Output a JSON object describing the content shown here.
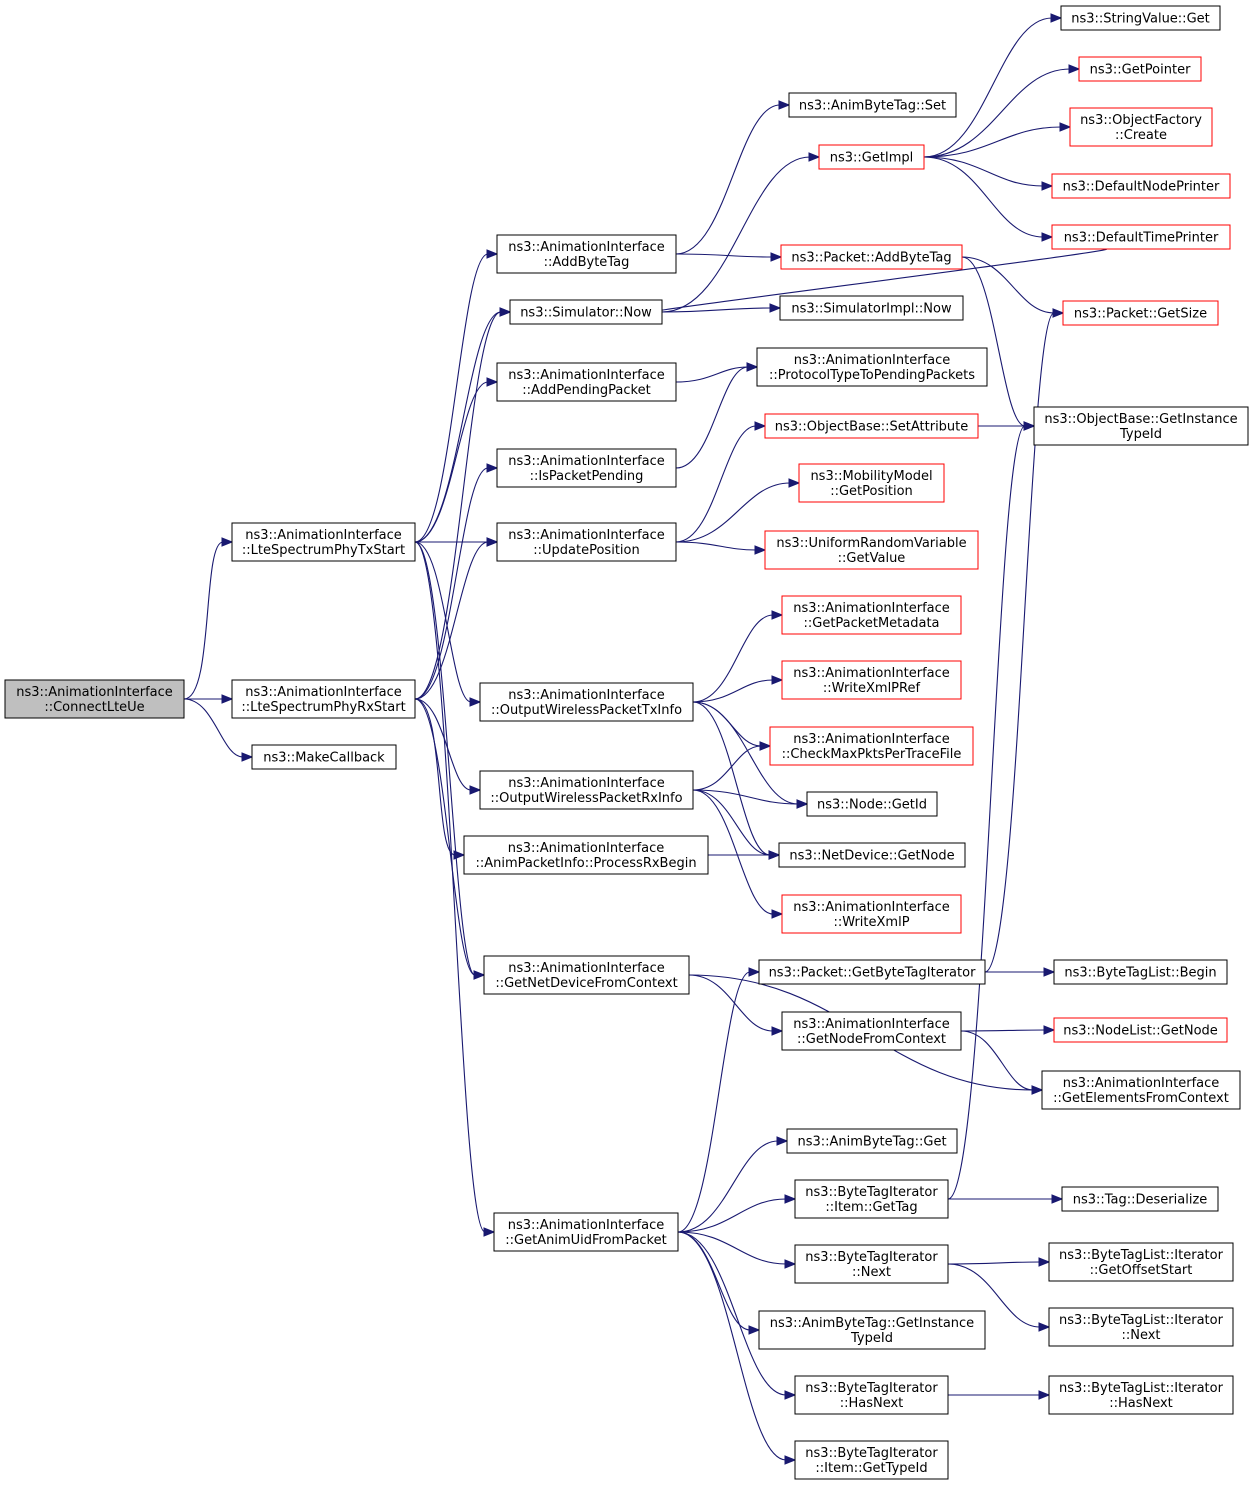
{
  "graph": {
    "nodes": [
      {
        "id": "connectLteUe",
        "lines": [
          "ns3::AnimationInterface",
          "::ConnectLteUe"
        ],
        "style": "root"
      },
      {
        "id": "txStart",
        "lines": [
          "ns3::AnimationInterface",
          "::LteSpectrumPhyTxStart"
        ],
        "style": "normal"
      },
      {
        "id": "rxStart",
        "lines": [
          "ns3::AnimationInterface",
          "::LteSpectrumPhyRxStart"
        ],
        "style": "normal"
      },
      {
        "id": "makeCallback",
        "lines": [
          "ns3::MakeCallback"
        ],
        "style": "normal"
      },
      {
        "id": "addByteTag",
        "lines": [
          "ns3::AnimationInterface",
          "::AddByteTag"
        ],
        "style": "normal"
      },
      {
        "id": "simNow",
        "lines": [
          "ns3::Simulator::Now"
        ],
        "style": "normal"
      },
      {
        "id": "addPendingPacket",
        "lines": [
          "ns3::AnimationInterface",
          "::AddPendingPacket"
        ],
        "style": "normal"
      },
      {
        "id": "isPacketPending",
        "lines": [
          "ns3::AnimationInterface",
          "::IsPacketPending"
        ],
        "style": "normal"
      },
      {
        "id": "updatePosition",
        "lines": [
          "ns3::AnimationInterface",
          "::UpdatePosition"
        ],
        "style": "normal"
      },
      {
        "id": "outTx",
        "lines": [
          "ns3::AnimationInterface",
          "::OutputWirelessPacketTxInfo"
        ],
        "style": "normal"
      },
      {
        "id": "outRx",
        "lines": [
          "ns3::AnimationInterface",
          "::OutputWirelessPacketRxInfo"
        ],
        "style": "normal"
      },
      {
        "id": "processRxBegin",
        "lines": [
          "ns3::AnimationInterface",
          "::AnimPacketInfo::ProcessRxBegin"
        ],
        "style": "normal"
      },
      {
        "id": "getNetDevCtx",
        "lines": [
          "ns3::AnimationInterface",
          "::GetNetDeviceFromContext"
        ],
        "style": "normal"
      },
      {
        "id": "getAnimUid",
        "lines": [
          "ns3::AnimationInterface",
          "::GetAnimUidFromPacket"
        ],
        "style": "normal"
      },
      {
        "id": "animByteTagSet",
        "lines": [
          "ns3::AnimByteTag::Set"
        ],
        "style": "normal"
      },
      {
        "id": "getImpl",
        "lines": [
          "ns3::GetImpl"
        ],
        "style": "red"
      },
      {
        "id": "packetAddByteTag",
        "lines": [
          "ns3::Packet::AddByteTag"
        ],
        "style": "red"
      },
      {
        "id": "simImplNow",
        "lines": [
          "ns3::SimulatorImpl::Now"
        ],
        "style": "normal"
      },
      {
        "id": "protoPending",
        "lines": [
          "ns3::AnimationInterface",
          "::ProtocolTypeToPendingPackets"
        ],
        "style": "normal"
      },
      {
        "id": "setAttribute",
        "lines": [
          "ns3::ObjectBase::SetAttribute"
        ],
        "style": "red"
      },
      {
        "id": "getPosition",
        "lines": [
          "ns3::MobilityModel",
          "::GetPosition"
        ],
        "style": "red"
      },
      {
        "id": "urvGetValue",
        "lines": [
          "ns3::UniformRandomVariable",
          "::GetValue"
        ],
        "style": "red"
      },
      {
        "id": "getPacketMetadata",
        "lines": [
          "ns3::AnimationInterface",
          "::GetPacketMetadata"
        ],
        "style": "red"
      },
      {
        "id": "writeXmlPRef",
        "lines": [
          "ns3::AnimationInterface",
          "::WriteXmlPRef"
        ],
        "style": "red"
      },
      {
        "id": "checkMaxPkts",
        "lines": [
          "ns3::AnimationInterface",
          "::CheckMaxPktsPerTraceFile"
        ],
        "style": "red"
      },
      {
        "id": "nodeGetId",
        "lines": [
          "ns3::Node::GetId"
        ],
        "style": "normal"
      },
      {
        "id": "netDevGetNode",
        "lines": [
          "ns3::NetDevice::GetNode"
        ],
        "style": "normal"
      },
      {
        "id": "writeXmlP",
        "lines": [
          "ns3::AnimationInterface",
          "::WriteXmlP"
        ],
        "style": "red"
      },
      {
        "id": "getByteTagIter",
        "lines": [
          "ns3::Packet::GetByteTagIterator"
        ],
        "style": "normal"
      },
      {
        "id": "getNodeFromCtx",
        "lines": [
          "ns3::AnimationInterface",
          "::GetNodeFromContext"
        ],
        "style": "normal"
      },
      {
        "id": "animByteTagGet",
        "lines": [
          "ns3::AnimByteTag::Get"
        ],
        "style": "normal"
      },
      {
        "id": "itemGetTag",
        "lines": [
          "ns3::ByteTagIterator",
          "::Item::GetTag"
        ],
        "style": "normal"
      },
      {
        "id": "btiNext",
        "lines": [
          "ns3::ByteTagIterator",
          "::Next"
        ],
        "style": "normal"
      },
      {
        "id": "animTagTypeId",
        "lines": [
          "ns3::AnimByteTag::GetInstance",
          "TypeId"
        ],
        "style": "normal"
      },
      {
        "id": "btiHasNext",
        "lines": [
          "ns3::ByteTagIterator",
          "::HasNext"
        ],
        "style": "normal"
      },
      {
        "id": "itemGetTypeId",
        "lines": [
          "ns3::ByteTagIterator",
          "::Item::GetTypeId"
        ],
        "style": "normal"
      },
      {
        "id": "stringValueGet",
        "lines": [
          "ns3::StringValue::Get"
        ],
        "style": "normal"
      },
      {
        "id": "getPointer",
        "lines": [
          "ns3::GetPointer"
        ],
        "style": "red"
      },
      {
        "id": "objFactoryCreate",
        "lines": [
          "ns3::ObjectFactory",
          "::Create"
        ],
        "style": "red"
      },
      {
        "id": "defNodePrinter",
        "lines": [
          "ns3::DefaultNodePrinter"
        ],
        "style": "red"
      },
      {
        "id": "defTimePrinter",
        "lines": [
          "ns3::DefaultTimePrinter"
        ],
        "style": "red"
      },
      {
        "id": "packetGetSize",
        "lines": [
          "ns3::Packet::GetSize"
        ],
        "style": "red"
      },
      {
        "id": "objGetInstTypeId",
        "lines": [
          "ns3::ObjectBase::GetInstance",
          "TypeId"
        ],
        "style": "normal"
      },
      {
        "id": "btlBegin",
        "lines": [
          "ns3::ByteTagList::Begin"
        ],
        "style": "normal"
      },
      {
        "id": "nodeListGetNode",
        "lines": [
          "ns3::NodeList::GetNode"
        ],
        "style": "red"
      },
      {
        "id": "getElemsCtx",
        "lines": [
          "ns3::AnimationInterface",
          "::GetElementsFromContext"
        ],
        "style": "normal"
      },
      {
        "id": "tagDeserialize",
        "lines": [
          "ns3::Tag::Deserialize"
        ],
        "style": "normal"
      },
      {
        "id": "btlIterOffset",
        "lines": [
          "ns3::ByteTagList::Iterator",
          "::GetOffsetStart"
        ],
        "style": "normal"
      },
      {
        "id": "btlIterNext",
        "lines": [
          "ns3::ByteTagList::Iterator",
          "::Next"
        ],
        "style": "normal"
      },
      {
        "id": "btlIterHasNext",
        "lines": [
          "ns3::ByteTagList::Iterator",
          "::HasNext"
        ],
        "style": "normal"
      }
    ],
    "edges": [
      [
        "connectLteUe",
        "txStart"
      ],
      [
        "connectLteUe",
        "rxStart"
      ],
      [
        "connectLteUe",
        "makeCallback"
      ],
      [
        "txStart",
        "addByteTag"
      ],
      [
        "txStart",
        "simNow"
      ],
      [
        "txStart",
        "addPendingPacket"
      ],
      [
        "txStart",
        "updatePosition"
      ],
      [
        "txStart",
        "outTx"
      ],
      [
        "txStart",
        "getNetDevCtx"
      ],
      [
        "txStart",
        "getAnimUid"
      ],
      [
        "rxStart",
        "simNow"
      ],
      [
        "rxStart",
        "isPacketPending"
      ],
      [
        "rxStart",
        "updatePosition"
      ],
      [
        "rxStart",
        "outRx"
      ],
      [
        "rxStart",
        "processRxBegin"
      ],
      [
        "rxStart",
        "getNetDevCtx"
      ],
      [
        "addByteTag",
        "animByteTagSet"
      ],
      [
        "addByteTag",
        "packetAddByteTag"
      ],
      [
        "simNow",
        "getImpl"
      ],
      [
        "simNow",
        "simImplNow"
      ],
      [
        "addPendingPacket",
        "protoPending"
      ],
      [
        "isPacketPending",
        "protoPending"
      ],
      [
        "updatePosition",
        "setAttribute"
      ],
      [
        "updatePosition",
        "getPosition"
      ],
      [
        "updatePosition",
        "urvGetValue"
      ],
      [
        "outTx",
        "getPacketMetadata"
      ],
      [
        "outTx",
        "writeXmlPRef"
      ],
      [
        "outTx",
        "checkMaxPkts"
      ],
      [
        "outTx",
        "nodeGetId"
      ],
      [
        "outTx",
        "netDevGetNode"
      ],
      [
        "outRx",
        "checkMaxPkts"
      ],
      [
        "outRx",
        "nodeGetId"
      ],
      [
        "outRx",
        "netDevGetNode"
      ],
      [
        "outRx",
        "writeXmlP"
      ],
      [
        "processRxBegin",
        "netDevGetNode"
      ],
      [
        "getNetDevCtx",
        "getNodeFromCtx"
      ],
      [
        "getNetDevCtx",
        "getElemsCtx"
      ],
      [
        "getAnimUid",
        "getByteTagIter"
      ],
      [
        "getAnimUid",
        "animByteTagGet"
      ],
      [
        "getAnimUid",
        "itemGetTag"
      ],
      [
        "getAnimUid",
        "btiNext"
      ],
      [
        "getAnimUid",
        "animTagTypeId"
      ],
      [
        "getAnimUid",
        "btiHasNext"
      ],
      [
        "getAnimUid",
        "itemGetTypeId"
      ],
      [
        "getImpl",
        "stringValueGet"
      ],
      [
        "getImpl",
        "getPointer"
      ],
      [
        "getImpl",
        "objFactoryCreate"
      ],
      [
        "getImpl",
        "defNodePrinter"
      ],
      [
        "getImpl",
        "defTimePrinter"
      ],
      [
        "defTimePrinter",
        "simNow"
      ],
      [
        "packetAddByteTag",
        "packetGetSize"
      ],
      [
        "packetAddByteTag",
        "objGetInstTypeId"
      ],
      [
        "setAttribute",
        "objGetInstTypeId"
      ],
      [
        "getByteTagIter",
        "packetGetSize"
      ],
      [
        "getByteTagIter",
        "btlBegin"
      ],
      [
        "getNodeFromCtx",
        "nodeListGetNode"
      ],
      [
        "getNodeFromCtx",
        "getElemsCtx"
      ],
      [
        "itemGetTag",
        "objGetInstTypeId"
      ],
      [
        "itemGetTag",
        "tagDeserialize"
      ],
      [
        "btiNext",
        "btlIterOffset"
      ],
      [
        "btiNext",
        "btlIterNext"
      ],
      [
        "btiHasNext",
        "btlIterHasNext"
      ]
    ]
  }
}
